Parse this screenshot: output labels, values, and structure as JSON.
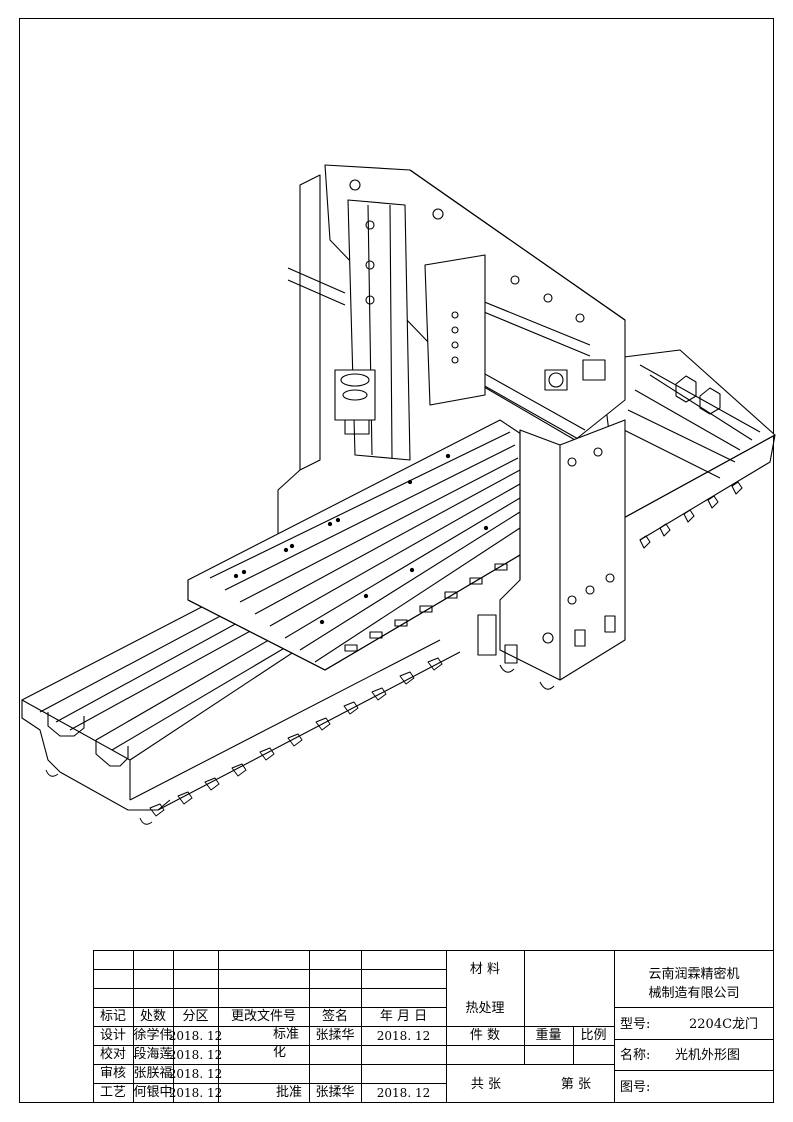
{
  "title_block": {
    "company": [
      "云南润霖精密机",
      "械制造有限公司"
    ],
    "headers": {
      "mark": "标记",
      "count": "处数",
      "zone": "分区",
      "doc_no": "更改文件号",
      "signature": "签名",
      "date": "年 月 日"
    },
    "material_label": "材 料",
    "heat_treatment_label": "热处理",
    "piece_count_label": "件  数",
    "weight_label": "重量",
    "scale_label": "比例",
    "total_sheets_label": "共   张",
    "sheet_no_label": "第   张",
    "model_label": "型号:",
    "model_value": "2204C龙门",
    "name_label": "名称:",
    "name_value": "光机外形图",
    "drawing_no_label": "图号:",
    "roles": {
      "design": {
        "label": "设计",
        "name": "徐学伟",
        "date": "2018. 12"
      },
      "check": {
        "label": "校对",
        "name": "段海莲",
        "date": "2018. 12"
      },
      "review": {
        "label": "审核",
        "name": "张朕福",
        "date": "2018. 12"
      },
      "process": {
        "label": "工艺",
        "name": "何银中",
        "date": "2018. 12"
      }
    },
    "standardization": {
      "label": "标准化",
      "name": "张揉华",
      "date": "2018. 12"
    },
    "approval": {
      "label": "批准",
      "name": "张揉华",
      "date": "2018. 12"
    }
  }
}
